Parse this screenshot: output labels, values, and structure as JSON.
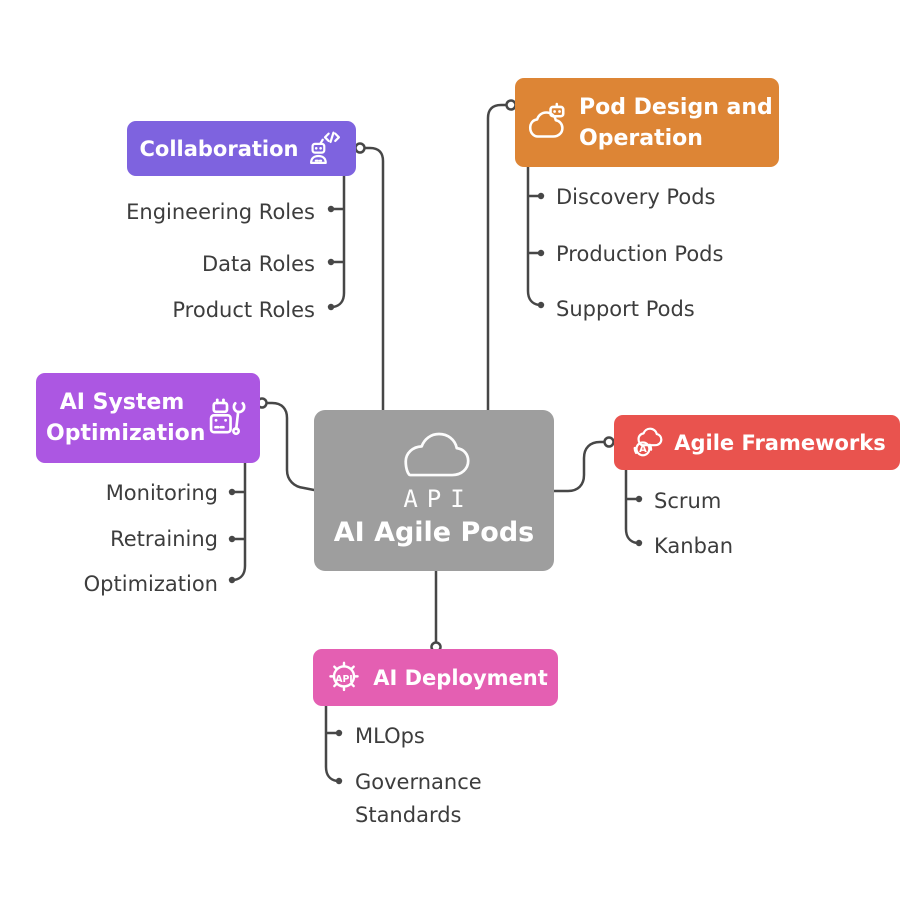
{
  "root": {
    "label": "AI Agile Pods",
    "icon_text": "API"
  },
  "branches": {
    "collaboration": {
      "label": "Collaboration",
      "children": [
        "Engineering Roles",
        "Data Roles",
        "Product Roles"
      ]
    },
    "pod_design": {
      "label": "Pod Design and Operation",
      "children": [
        "Discovery Pods",
        "Production Pods",
        "Support Pods"
      ]
    },
    "ai_system_optimization": {
      "label": "AI System Optimization",
      "children": [
        "Monitoring",
        "Retraining",
        "Optimization"
      ]
    },
    "agile_frameworks": {
      "label": "Agile Frameworks",
      "icon_text": "A",
      "children": [
        "Scrum",
        "Kanban"
      ]
    },
    "ai_deployment": {
      "label": "AI Deployment",
      "icon_text": "API",
      "children": [
        "MLOps",
        "Governance Standards"
      ]
    }
  },
  "colors": {
    "collaboration": "#7e63df",
    "pod_design": "#dd8535",
    "ai_system_optimization": "#ac57e2",
    "agile_frameworks": "#e9534e",
    "ai_deployment": "#e45fb2",
    "central": "#9e9e9e",
    "connector": "#474747",
    "child_text": "#3d3d3d"
  }
}
